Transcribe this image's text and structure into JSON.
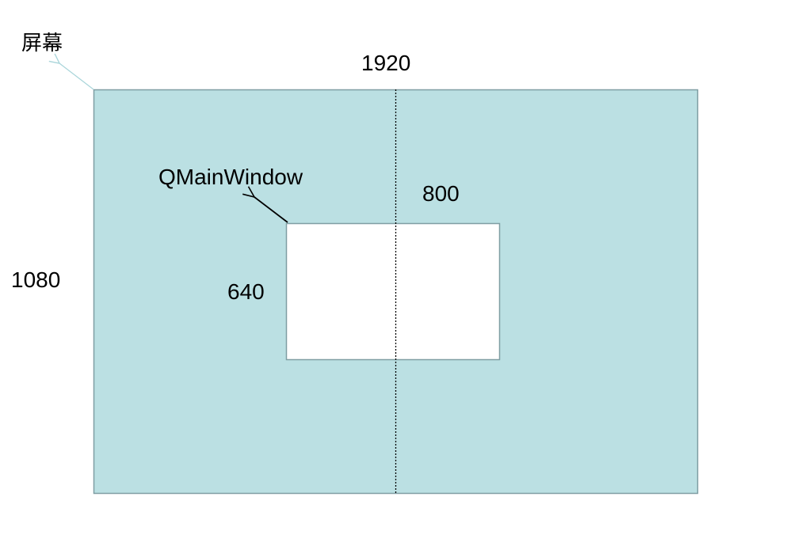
{
  "screen": {
    "label": "屏幕",
    "width_label": "1920",
    "height_label": "1080",
    "fill_color": "#bbe0e3",
    "border_color": "#7f9ea3"
  },
  "window": {
    "label": "QMainWindow",
    "width_label": "800",
    "height_label": "640",
    "fill_color": "#ffffff",
    "border_color": "#7f9ea3"
  },
  "center_line": {
    "style": "dotted",
    "color": "#000000"
  },
  "arrows": {
    "screen_pointer_color": "#a9d5da",
    "window_pointer_color": "#000000"
  }
}
